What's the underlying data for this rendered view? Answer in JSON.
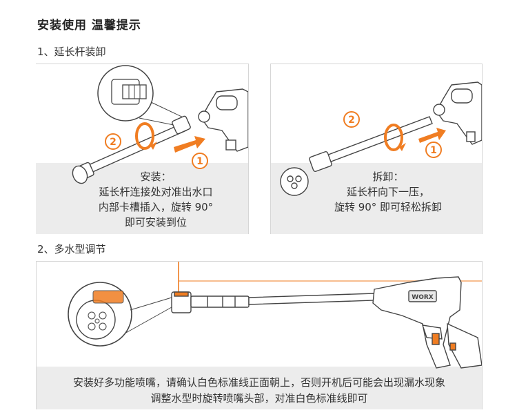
{
  "header": {
    "title": "安装使用 温馨提示"
  },
  "section1": {
    "heading": "1、延长杆装卸",
    "left_panel": {
      "step1": "1",
      "step2": "2",
      "caption": [
        "安装：",
        "延长杆连接处对准出水口",
        "内部卡槽插入，旋转 90°",
        "即可安装到位"
      ]
    },
    "right_panel": {
      "step1": "1",
      "step2": "2",
      "caption": [
        "拆卸：",
        "延长杆向下一压，",
        "旋转 90°  即可轻松拆卸"
      ]
    }
  },
  "section2": {
    "heading": "2、多水型调节",
    "brand_label": "WORX",
    "caption": [
      "安装好多功能喷嘴，请确认白色标准线正面朝上，否则开机后可能会出现漏水现象",
      "调整水型时旋转喷嘴头部，对准白色标准线即可"
    ]
  },
  "colors": {
    "accent": "#f07d22",
    "panel_grey": "#ececec",
    "line": "#555555"
  }
}
